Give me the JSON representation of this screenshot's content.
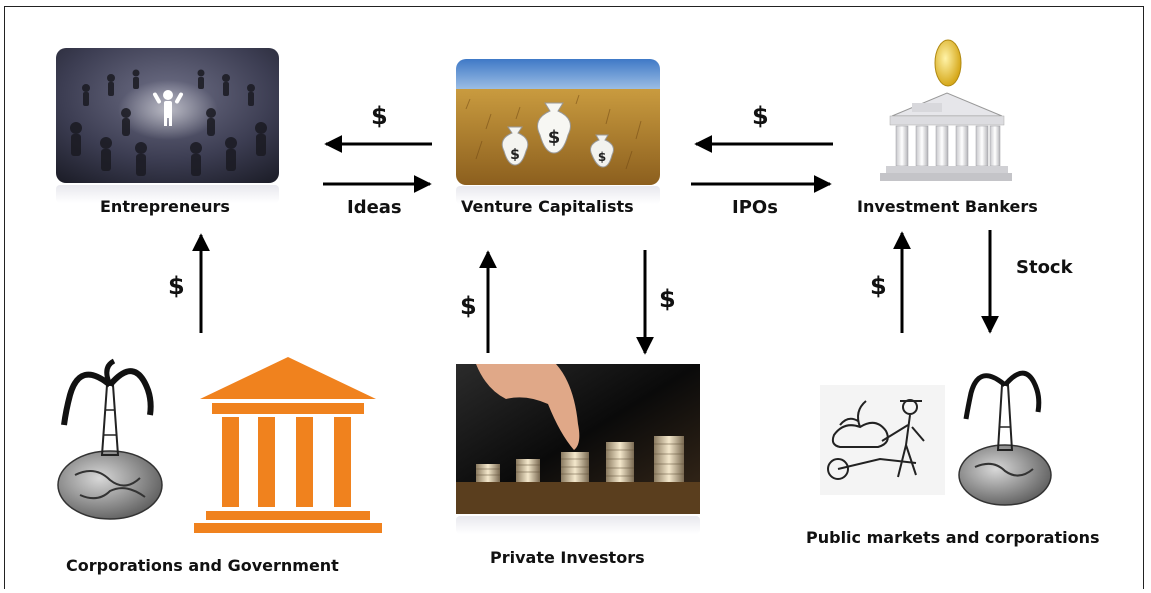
{
  "nodes": {
    "entrepreneurs": "Entrepreneurs",
    "venture_capitalists": "Venture Capitalists",
    "investment_bankers": "Investment Bankers",
    "corporations_government": "Corporations and Government",
    "private_investors": "Private Investors",
    "public_markets": "Public markets and corporations"
  },
  "flows": {
    "vc_to_entrepreneurs": "$",
    "entrepreneurs_to_vc": "Ideas",
    "banks_to_vc": "$",
    "vc_to_banks": "IPOs",
    "corp_to_entrepreneurs": "$",
    "private_to_vc": "$",
    "vc_to_private": "$",
    "public_to_banks": "$",
    "banks_to_public": "Stock"
  },
  "icons": {
    "entrepreneurs": "crowd-leader-icon",
    "venture_capitalists": "money-bags-field-icon",
    "investment_bankers": "bank-building-coin-icon",
    "corporations_government": "government-building-icon",
    "private_investors": "coin-stacks-icon",
    "public_markets": "farmer-wheelbarrow-icon"
  },
  "colors": {
    "government_orange": "#f0821e",
    "arrow": "#000000"
  }
}
